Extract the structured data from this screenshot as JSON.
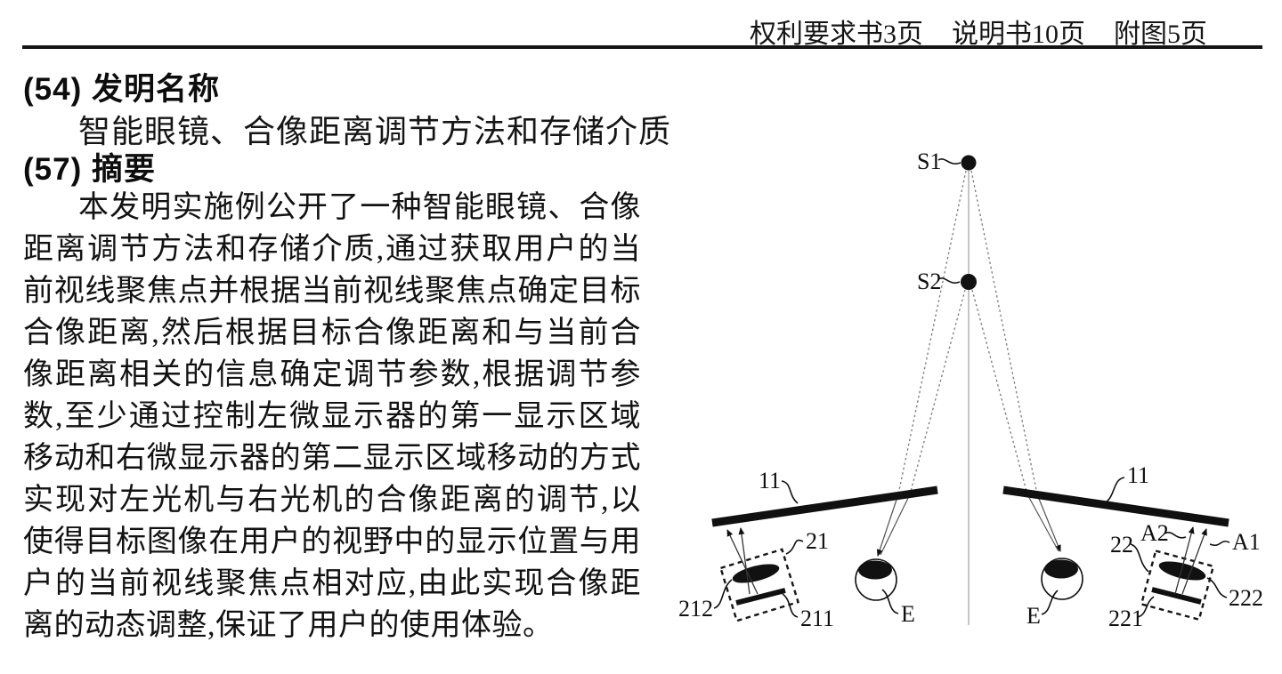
{
  "page": {
    "header": {
      "claims_pages": "权利要求书3页",
      "description_pages": "说明书10页",
      "figures_pages": "附图5页"
    },
    "section_54": {
      "label": "(54) 发明名称"
    },
    "invention_title": "智能眼镜、合像距离调节方法和存储介质",
    "section_57": {
      "label": "(57) 摘要"
    },
    "abstract": "本发明实施例公开了一种智能眼镜、合像距离调节方法和存储介质,通过获取用户的当前视线聚焦点并根据当前视线聚焦点确定目标合像距离,然后根据目标合像距离和与当前合像距离相关的信息确定调节参数,根据调节参数,至少通过控制左微显示器的第一显示区域移动和右微显示器的第二显示区域移动的方式实现对左光机与右光机的合像距离的调节,以使得目标图像在用户的视野中的显示位置与用户的当前视线聚焦点相对应,由此实现合像距离的动态调整,保证了用户的使用体验。"
  },
  "figure": {
    "labels": {
      "s1": "S1",
      "s2": "S2",
      "left_waveguide": "11",
      "right_waveguide": "11",
      "left_module": "21",
      "left_display": "211",
      "left_lens": "212",
      "right_module": "22",
      "right_display": "221",
      "right_lens": "222",
      "ray_a1": "A1",
      "ray_a2": "A2",
      "left_eye": "E",
      "right_eye": "E"
    },
    "colors": {
      "ink": "#101010",
      "ray_gray": "#7a7a7a"
    }
  }
}
